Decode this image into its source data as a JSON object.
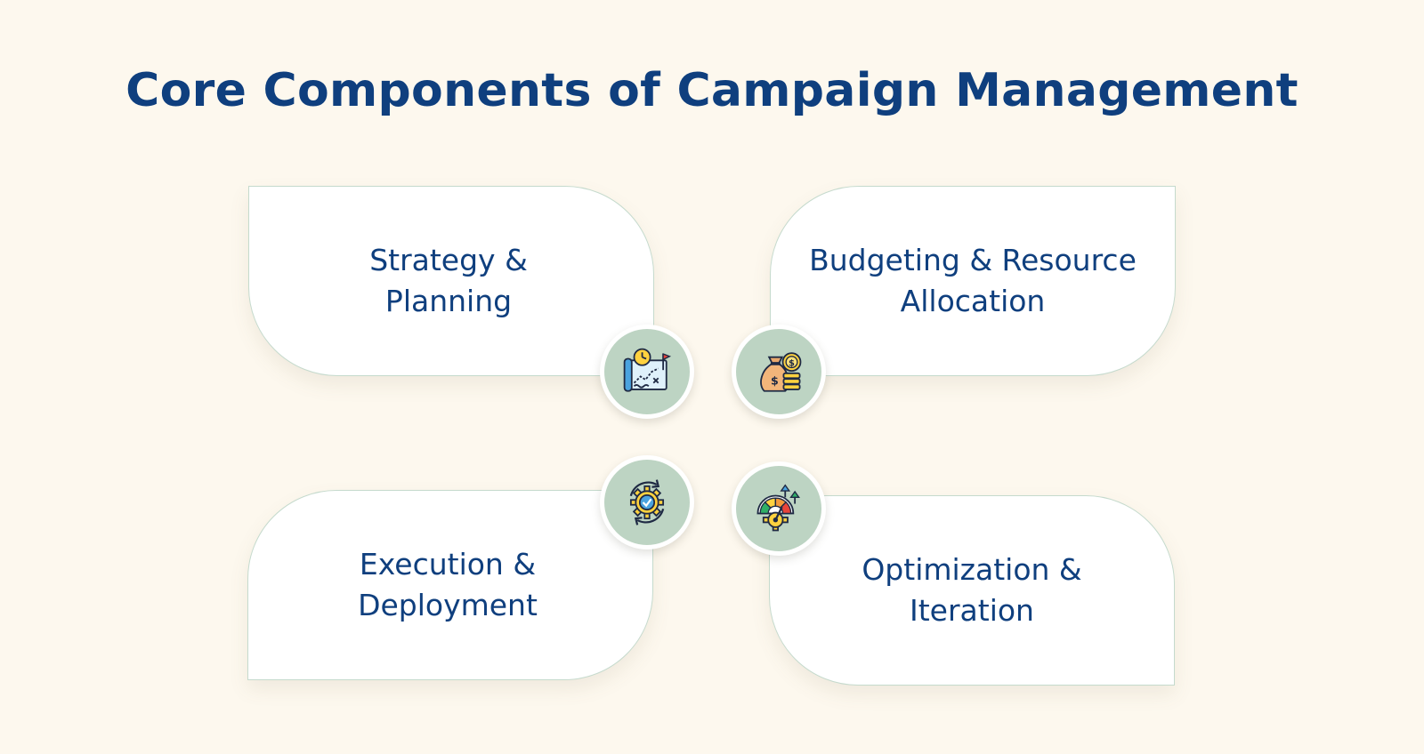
{
  "title": "Core Components of Campaign Management",
  "components": [
    {
      "label": "Strategy &\nPlanning",
      "icon": "strategy-map-icon"
    },
    {
      "label": "Budgeting & Resource\nAllocation",
      "icon": "money-bag-coins-icon"
    },
    {
      "label": "Execution &\nDeployment",
      "icon": "gear-check-cycle-icon"
    },
    {
      "label": "Optimization &\nIteration",
      "icon": "gauge-gear-arrows-icon"
    }
  ],
  "colors": {
    "background": "#fdf8ee",
    "title": "#0f3f7e",
    "card": "#ffffff",
    "card_border": "#c5dacd",
    "badge": "#bdd4c3"
  }
}
